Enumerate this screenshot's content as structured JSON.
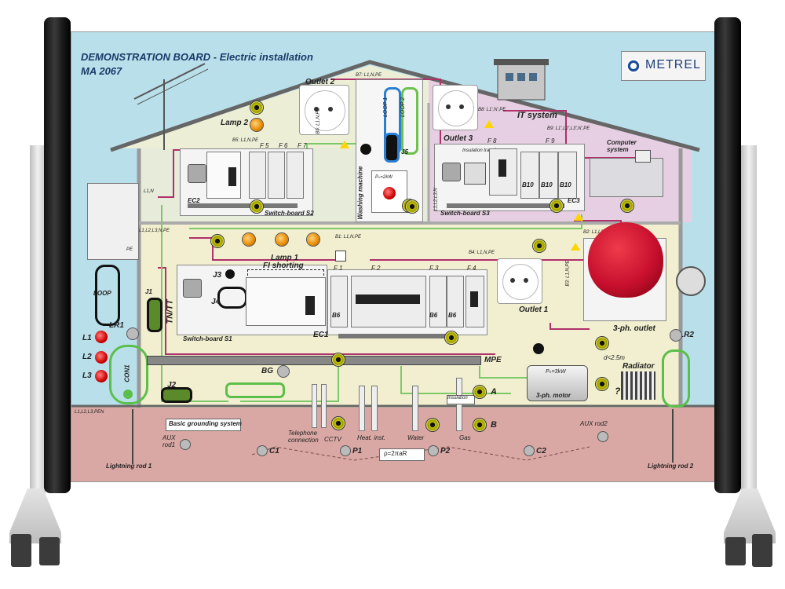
{
  "title": {
    "line1": "DEMONSTRATION BOARD  -  Electric installation",
    "line2": "MA 2067"
  },
  "brand": "METREL",
  "labels": {
    "outlet2": "Outlet 2",
    "outlet3": "Outlet 3",
    "outlet1": "Outlet 1",
    "lamp2": "Lamp 2",
    "lamp1": "Lamp 1",
    "it_system": "IT system",
    "computer_system": "Computer system",
    "washing_machine": "Washing machine",
    "loop1": "LOOP 1",
    "loop2": "LOOP 2",
    "j5": "J5",
    "ec2": "EC2",
    "ec3": "EC3",
    "ec1": "EC1",
    "switchboard_s2": "Switch-board S2",
    "switchboard_s3": "Switch-board S3",
    "switchboard_s1": "Switch-board S1",
    "isolation_transformer": "Insulation transformer",
    "fi_shorting": "FI shorting",
    "j3": "J3",
    "j4": "J4",
    "j1": "J1",
    "j2": "J2",
    "tn_tt": "TN/TT",
    "loop": "LOOP",
    "lr1": "LR1",
    "lr2": "LR2",
    "l1": "L1",
    "l2": "L2",
    "l3": "L3",
    "con1": "CON1",
    "mpe": "MPE",
    "bg": "BG",
    "three_ph_outlet": "3-ph. outlet",
    "three_ph_motor": "3-ph. motor",
    "radiator": "Radiator",
    "basic_grounding": "Basic grounding system",
    "telephone": "Telephone connection",
    "cctv": "CCTV",
    "heat_inst": "Heat. inst.",
    "water": "Water",
    "gas": "Gas",
    "insulation": "Insulation",
    "a": "A",
    "b": "B",
    "aux_rod1": "AUX rod1",
    "aux_rod2": "AUX rod2",
    "c1": "C1",
    "p1": "P1",
    "p2": "P2",
    "c2": "C2",
    "formula": "ρ=2πaR",
    "lightning_rod1": "Lightning rod 1",
    "lightning_rod2": "Lightning rod 2",
    "d_label": "d<2.5m",
    "qmark": "?",
    "motor_power": "Pₙ=3kW",
    "wm_power": "Pₙ=2kW",
    "f1": "F 1",
    "f2": "F 2",
    "f3": "F 3",
    "f4": "F 4",
    "f5": "F 5",
    "f6": "F 6",
    "f7": "F 7",
    "f8": "F 8",
    "f9": "F 9",
    "b10a": "B10",
    "b10b": "B10",
    "b10c": "B10",
    "b6a": "B6",
    "b6b": "B6",
    "b6c": "B6",
    "b5": "B5: L1,N,PE",
    "b6": "B6: L1,N,PE",
    "b7": "B7: L1,N,PE",
    "b8": "B8: L1',N',PE",
    "b9": "B9: L1',L2',L3',N',PE",
    "b1": "B1: L1,N,PE",
    "b2": "B2: L1,L2,L3,N,PE",
    "b4": "B4: L1,N,PE",
    "b3": "B3: L1,N,PE",
    "l1l2l3n": "L1,L2,L3,N",
    "l1l2l3pen": "L1,L2,L3,PEN",
    "l1n": "L1,N",
    "l1l2l3n_pe": "L1,L2,L3,N,PE",
    "pe": "PE"
  },
  "colors": {
    "sky": "#b9e0ea",
    "attic": "#eceed6",
    "it_room": "#e6cfe2",
    "ground_floor": "#f1efcf",
    "soil": "#d9a8a4",
    "wire_magenta": "#b0306a",
    "wire_green": "#7dc96a",
    "motor_red": "#c8102e"
  }
}
